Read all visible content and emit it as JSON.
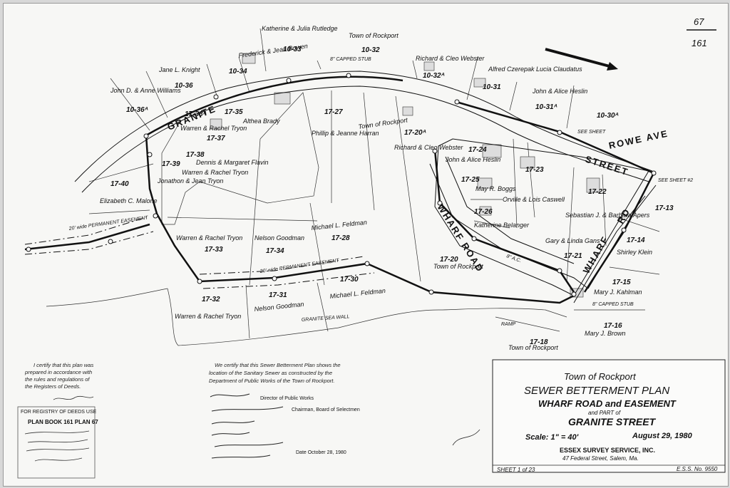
{
  "corner_ref": {
    "top": "67",
    "bottom": "161"
  },
  "streets": {
    "granite": "GRANITE",
    "street": "STREET",
    "rowe_ave": "ROWE AVE",
    "wharf_road_1": "WHARF ROAD",
    "wharf_road_2": "WHARF",
    "wharf_road_3": "RD"
  },
  "town_labels": {
    "top": "Town of Rockport",
    "center": "Town of Rockport",
    "bottom": "Town of Rockport",
    "middle": "Town of Rockport"
  },
  "lots": {
    "l1033": "10-33",
    "l1032": "10-32",
    "l1034": "10-34",
    "l1036": "10-36",
    "l1036a": "10-36ᴬ",
    "l1032a": "10-32ᴬ",
    "l1031": "10-31",
    "l1031a": "10-31ᴬ",
    "l1030a": "10-30ᴬ",
    "l1738a": "17-38ᴬ",
    "l1735": "17-35",
    "l1737": "17-37",
    "l1727": "17-27",
    "l1720a": "17-20ᴬ",
    "l1739": "17-39",
    "l1738": "17-38",
    "l1740": "17-40",
    "l1724": "17-24",
    "l1725": "17-25",
    "l1723": "17-23",
    "l1722": "17-22",
    "l1713": "17-13",
    "l1726": "17-26",
    "l1733": "17-33",
    "l1734": "17-34",
    "l1728": "17-28",
    "l1720": "17-20",
    "l1721": "17-21",
    "l1714": "17-14",
    "l1715": "17-15",
    "l1732": "17-32",
    "l1731": "17-31",
    "l1730": "17-30",
    "l1716": "17-16",
    "l1718": "17-18"
  },
  "owners": {
    "rutledge": "Katherine & Julia Rutledge",
    "bowen": "Frederick & Jean Bowen",
    "knight": "Jane L. Knight",
    "williams": "John D. & Anne Williams",
    "webster1": "Richard & Cleo Webster",
    "czerepak": "Alfred Czerepak Lucia Claudatus",
    "heslin1": "John & Alice Heslin",
    "brady": "Althea Brady",
    "tryon1": "Warren & Rachel Tryon",
    "harran": "Phillip & Jeanne Harran",
    "webster2": "Richard & Cleo Webster",
    "flavin": "Dennis & Margaret Flavin",
    "tryon2": "Warren & Rachel Tryon",
    "jonathon": "Jonathon & Jean Tryon",
    "malone": "Elizabeth C. Malone",
    "heslin2": "John & Alice Heslin",
    "boggs": "May R. Boggs",
    "caswell": "Orville & Lois Caswell",
    "apers": "Sebastian J. & Barbara Apers",
    "belanger": "Katherine Belanger",
    "gans": "Gary & Linda Gans",
    "klein": "Shirley Klein",
    "tryon3": "Warren & Rachel Tryon",
    "goodman1": "Nelson Goodman",
    "feldman1": "Michael L. Feldman",
    "kahlman": "Mary J. Kahlman",
    "tryon4": "Warren & Rachel Tryon",
    "goodman2": "Nelson Goodman",
    "feldman2": "Michael L. Feldman",
    "brown": "Mary J. Brown"
  },
  "annotations": {
    "capped_stub_top": "8\" CAPPED STUB",
    "capped_stub_bottom": "8\" CAPPED STUB",
    "easement_top": "20' wide PERMANENT EASEMENT",
    "easement_mid": "20' wide PERMANENT EASEMENT",
    "see_sheet_left": "SEE SHEET",
    "see_sheet_right": "SEE SHEET #2",
    "sea_wall": "GRANITE SEA WALL",
    "ramp": "RAMP",
    "ac_label": "8\" A.C."
  },
  "certification_left": {
    "lines": [
      "I certify that this plan was",
      "prepared in accordance with",
      "the rules and regulations of",
      "the Registers of Deeds."
    ],
    "registry_header": "FOR REGISTRY OF DEEDS USE",
    "plan_book": "PLAN BOOK 161 PLAN 67"
  },
  "certification_center": {
    "lines": [
      "We certify that this Sewer Betterment Plan shows the",
      "location of the Sanitary Sewer as constructed by the",
      "Department of Public Works of the Town of Rockport."
    ],
    "director": "Director of Public Works",
    "chairman": "Chairman, Board of Selectmen",
    "date": "Date October 28, 1980"
  },
  "title_block": {
    "town": "Town of Rockport",
    "plan": "SEWER BETTERMENT PLAN",
    "subject": "WHARF ROAD and EASEMENT",
    "and_part": "and PART of",
    "street": "GRANITE STREET",
    "scale": "Scale: 1\" = 40'",
    "date": "August 29, 1980",
    "firm": "ESSEX SURVEY SERVICE, INC.",
    "address": "47 Federal Street, Salem, Ma.",
    "sheet": "SHEET 1 of 23",
    "ess_no": "E.S.S. No. 9550"
  }
}
